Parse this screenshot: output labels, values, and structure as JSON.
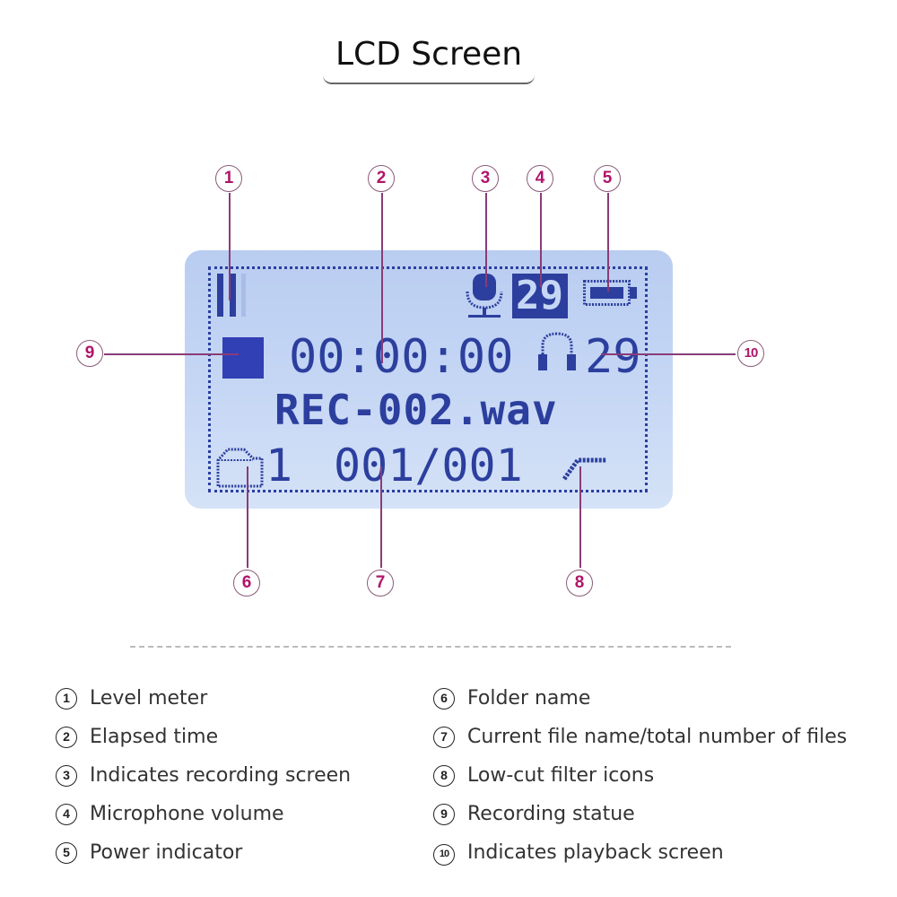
{
  "title": "LCD Screen",
  "accent_color": "#b0156a",
  "lcd_color": "#2c3f9e",
  "lcd": {
    "mic_volume": "29",
    "elapsed_time": "00:00:00",
    "playback_volume": "29",
    "file_name": "REC-002.wav",
    "folder_number": "1",
    "file_counter": "001/001",
    "icons": {
      "level_meter": "level-meter-icon",
      "microphone": "microphone-icon",
      "battery": "battery-icon",
      "record_status": "record-status-icon",
      "headphones": "headphones-icon",
      "folder": "folder-icon",
      "low_cut": "low-cut-filter-icon"
    }
  },
  "callouts": [
    "1",
    "2",
    "3",
    "4",
    "5",
    "6",
    "7",
    "8",
    "9",
    "10"
  ],
  "legend": {
    "left": [
      {
        "num": "1",
        "label": "Level meter"
      },
      {
        "num": "2",
        "label": "Elapsed time"
      },
      {
        "num": "3",
        "label": "Indicates recording screen"
      },
      {
        "num": "4",
        "label": "Microphone volume"
      },
      {
        "num": "5",
        "label": "Power indicator"
      }
    ],
    "right": [
      {
        "num": "6",
        "label": "Folder name"
      },
      {
        "num": "7",
        "label": "Current file name/total number of files"
      },
      {
        "num": "8",
        "label": "Low-cut filter icons"
      },
      {
        "num": "9",
        "label": "Recording statue"
      },
      {
        "num": "10",
        "label": "Indicates playback screen"
      }
    ]
  }
}
